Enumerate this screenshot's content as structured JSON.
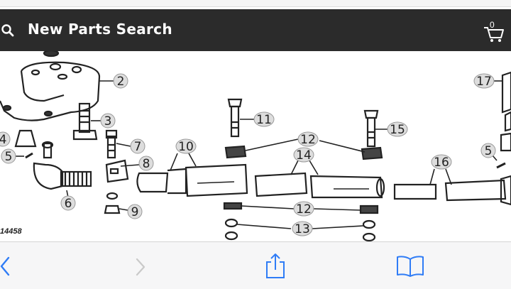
{
  "header": {
    "title": "New Parts Search",
    "cart_count": "0"
  },
  "diagram": {
    "figure_id": "14458",
    "callouts": [
      "2",
      "3",
      "4",
      "5",
      "6",
      "7",
      "8",
      "9",
      "10",
      "11",
      "12",
      "14",
      "15",
      "16",
      "17",
      "12",
      "13",
      "5"
    ]
  },
  "colors": {
    "header_bg": "#2b2b2b",
    "accent": "#2f7cf6",
    "toolbar_bg": "#f6f6f7"
  },
  "toolbar": {
    "back": "chevron-left-icon",
    "forward": "chevron-right-icon",
    "share": "share-icon",
    "bookmarks": "book-icon"
  }
}
